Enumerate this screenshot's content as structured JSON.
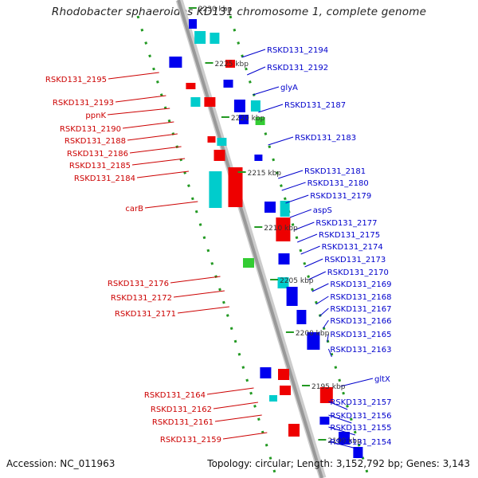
{
  "title": "Rhodobacter sphaeroides KD131 chromosome 1, complete genome",
  "footer": {
    "accession_label": "Accession:",
    "accession": "NC_011963",
    "topology_label": "Topology:",
    "topology": "circular;",
    "length_label": "Length:",
    "length": "3,152,792 bp;",
    "genes_label": "Genes:",
    "genes": "3,143"
  },
  "colors": {
    "backbone": "#999999",
    "forward_label": "#0000cc",
    "reverse_label": "#cc0000",
    "forward_gene": "#0000ee",
    "reverse_gene": "#ee0000",
    "rna_gene": "#00cccc",
    "other_gene": "#33cc33",
    "ruler_dots": "#229922"
  },
  "ruler": [
    {
      "label": "2230 kbp"
    },
    {
      "label": "2225 kbp"
    },
    {
      "label": "2220 kbp"
    },
    {
      "label": "2215 kbp"
    },
    {
      "label": "2210 kbp"
    },
    {
      "label": "2205 kbp"
    },
    {
      "label": "2200 kbp"
    },
    {
      "label": "2195 kbp"
    },
    {
      "label": "2190 kbp"
    }
  ],
  "forward_labels": [
    "RSKD131_2194",
    "RSKD131_2192",
    "glyA",
    "RSKD131_2187",
    "RSKD131_2183",
    "RSKD131_2181",
    "RSKD131_2180",
    "RSKD131_2179",
    "aspS",
    "RSKD131_2177",
    "RSKD131_2175",
    "RSKD131_2174",
    "RSKD131_2173",
    "RSKD131_2170",
    "RSKD131_2169",
    "RSKD131_2168",
    "RSKD131_2167",
    "RSKD131_2166",
    "RSKD131_2165",
    "RSKD131_2163",
    "gltX",
    "RSKD131_2157",
    "RSKD131_2156",
    "RSKD131_2155",
    "RSKD131_2154"
  ],
  "reverse_labels": [
    "RSKD131_2195",
    "RSKD131_2193",
    "ppnK",
    "RSKD131_2190",
    "RSKD131_2188",
    "RSKD131_2186",
    "RSKD131_2185",
    "RSKD131_2184",
    "carB",
    "RSKD131_2176",
    "RSKD131_2172",
    "RSKD131_2171",
    "RSKD131_2164",
    "RSKD131_2162",
    "RSKD131_2161",
    "RSKD131_2159"
  ]
}
